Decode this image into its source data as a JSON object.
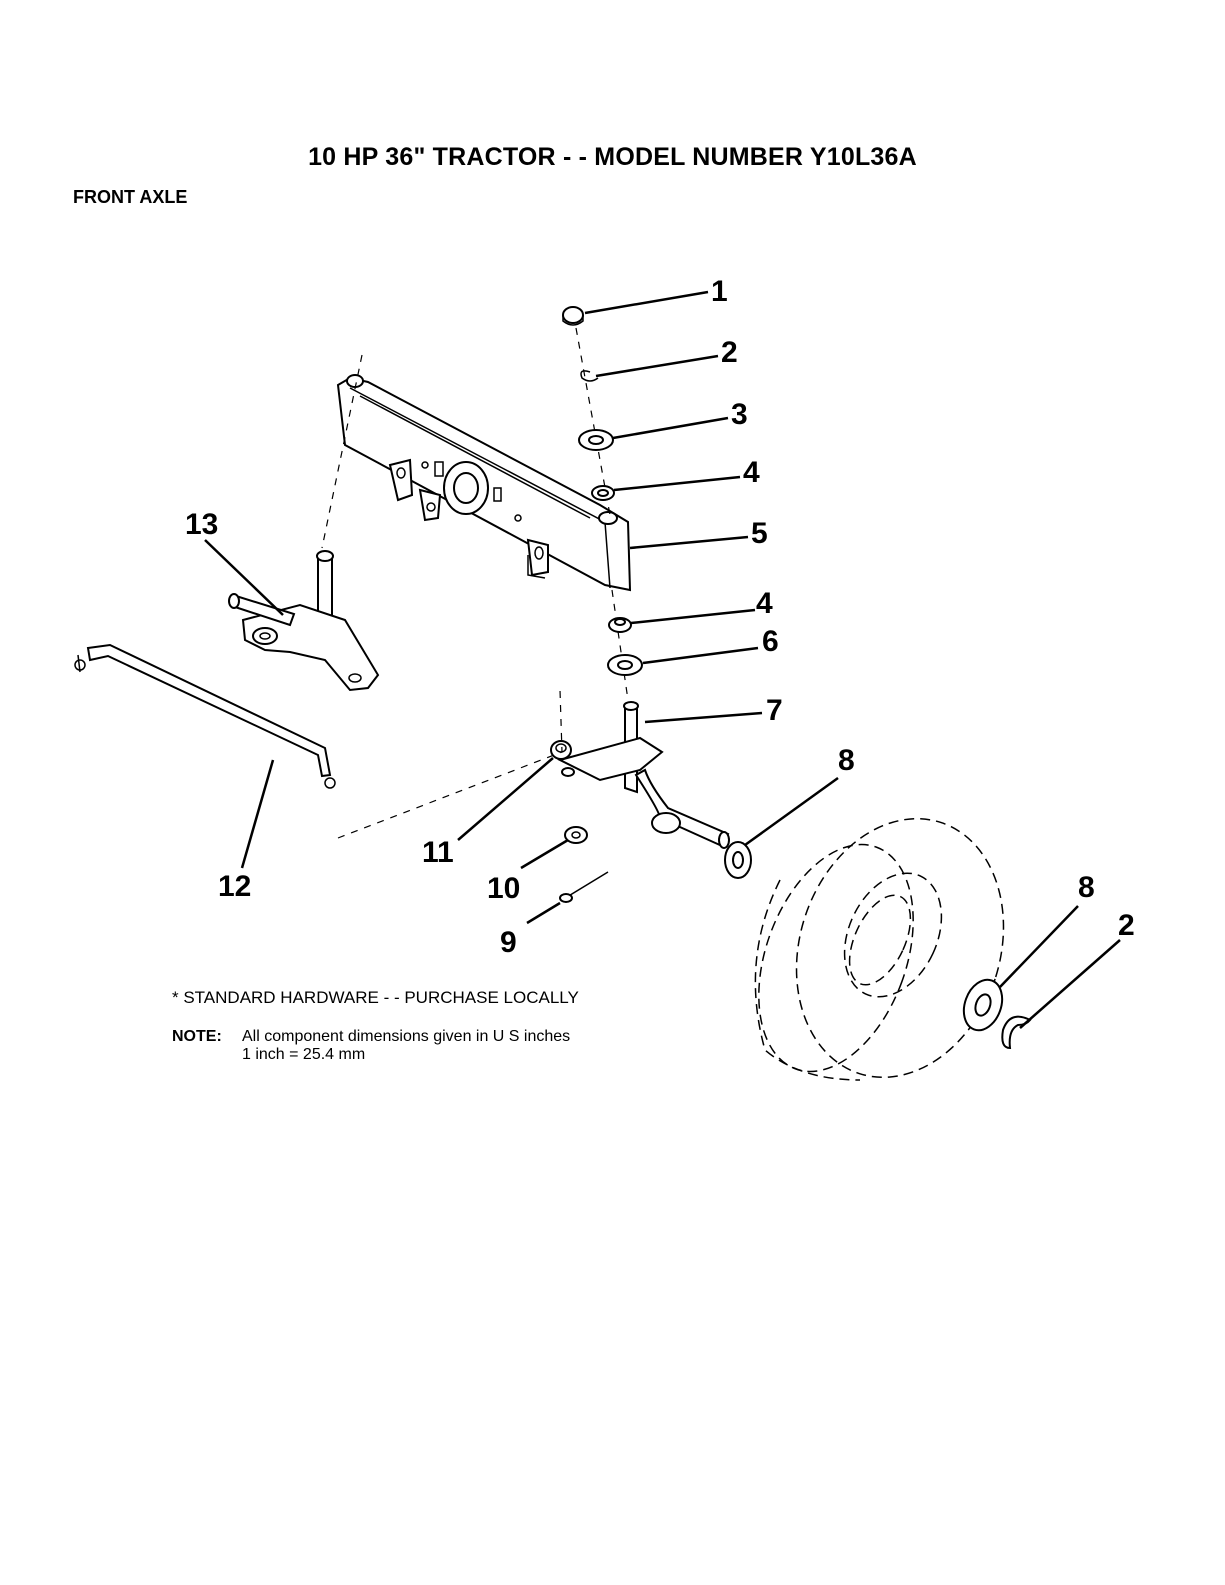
{
  "header": {
    "title": "10 HP 36\" TRACTOR - - MODEL NUMBER Y10L36A",
    "section": "FRONT AXLE"
  },
  "diagram": {
    "callouts": [
      "1",
      "2",
      "3",
      "4",
      "5",
      "4",
      "6",
      "7",
      "8",
      "11",
      "10",
      "9",
      "12",
      "13",
      "8",
      "2"
    ]
  },
  "notes": {
    "standard_hardware": "* STANDARD HARDWARE - - PURCHASE LOCALLY",
    "note_label": "NOTE:",
    "note_line1": "All component dimensions given in U S  inches",
    "note_line2": "1 inch = 25.4 mm"
  }
}
